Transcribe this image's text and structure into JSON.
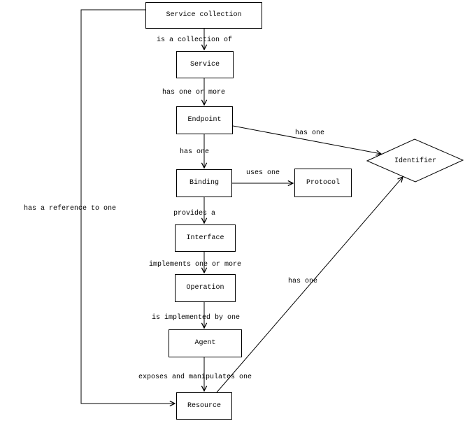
{
  "diagram": {
    "nodes": {
      "service_collection": {
        "label": "Service collection",
        "shape": "box"
      },
      "service": {
        "label": "Service",
        "shape": "box"
      },
      "endpoint": {
        "label": "Endpoint",
        "shape": "box"
      },
      "binding": {
        "label": "Binding",
        "shape": "box"
      },
      "protocol": {
        "label": "Protocol",
        "shape": "box"
      },
      "interface": {
        "label": "Interface",
        "shape": "box"
      },
      "operation": {
        "label": "Operation",
        "shape": "box"
      },
      "agent": {
        "label": "Agent",
        "shape": "box"
      },
      "resource": {
        "label": "Resource",
        "shape": "box"
      },
      "identifier": {
        "label": "Identifier",
        "shape": "diamond"
      }
    },
    "edges": {
      "collection_to_service": {
        "label": "is a collection of"
      },
      "service_to_endpoint": {
        "label": "has one or more"
      },
      "endpoint_to_binding": {
        "label": "has one"
      },
      "endpoint_to_identifier": {
        "label": "has one"
      },
      "binding_to_protocol": {
        "label": "uses one"
      },
      "binding_to_interface": {
        "label": "provides a"
      },
      "interface_to_operation": {
        "label": "implements one or more"
      },
      "operation_to_agent": {
        "label": "is implemented by one"
      },
      "agent_to_resource": {
        "label": "exposes and manipulates one"
      },
      "resource_to_identifier": {
        "label": "has one"
      },
      "collection_to_resource": {
        "label": "has a reference to one"
      }
    }
  },
  "colors": {
    "line": "#000000",
    "background": "#ffffff"
  }
}
